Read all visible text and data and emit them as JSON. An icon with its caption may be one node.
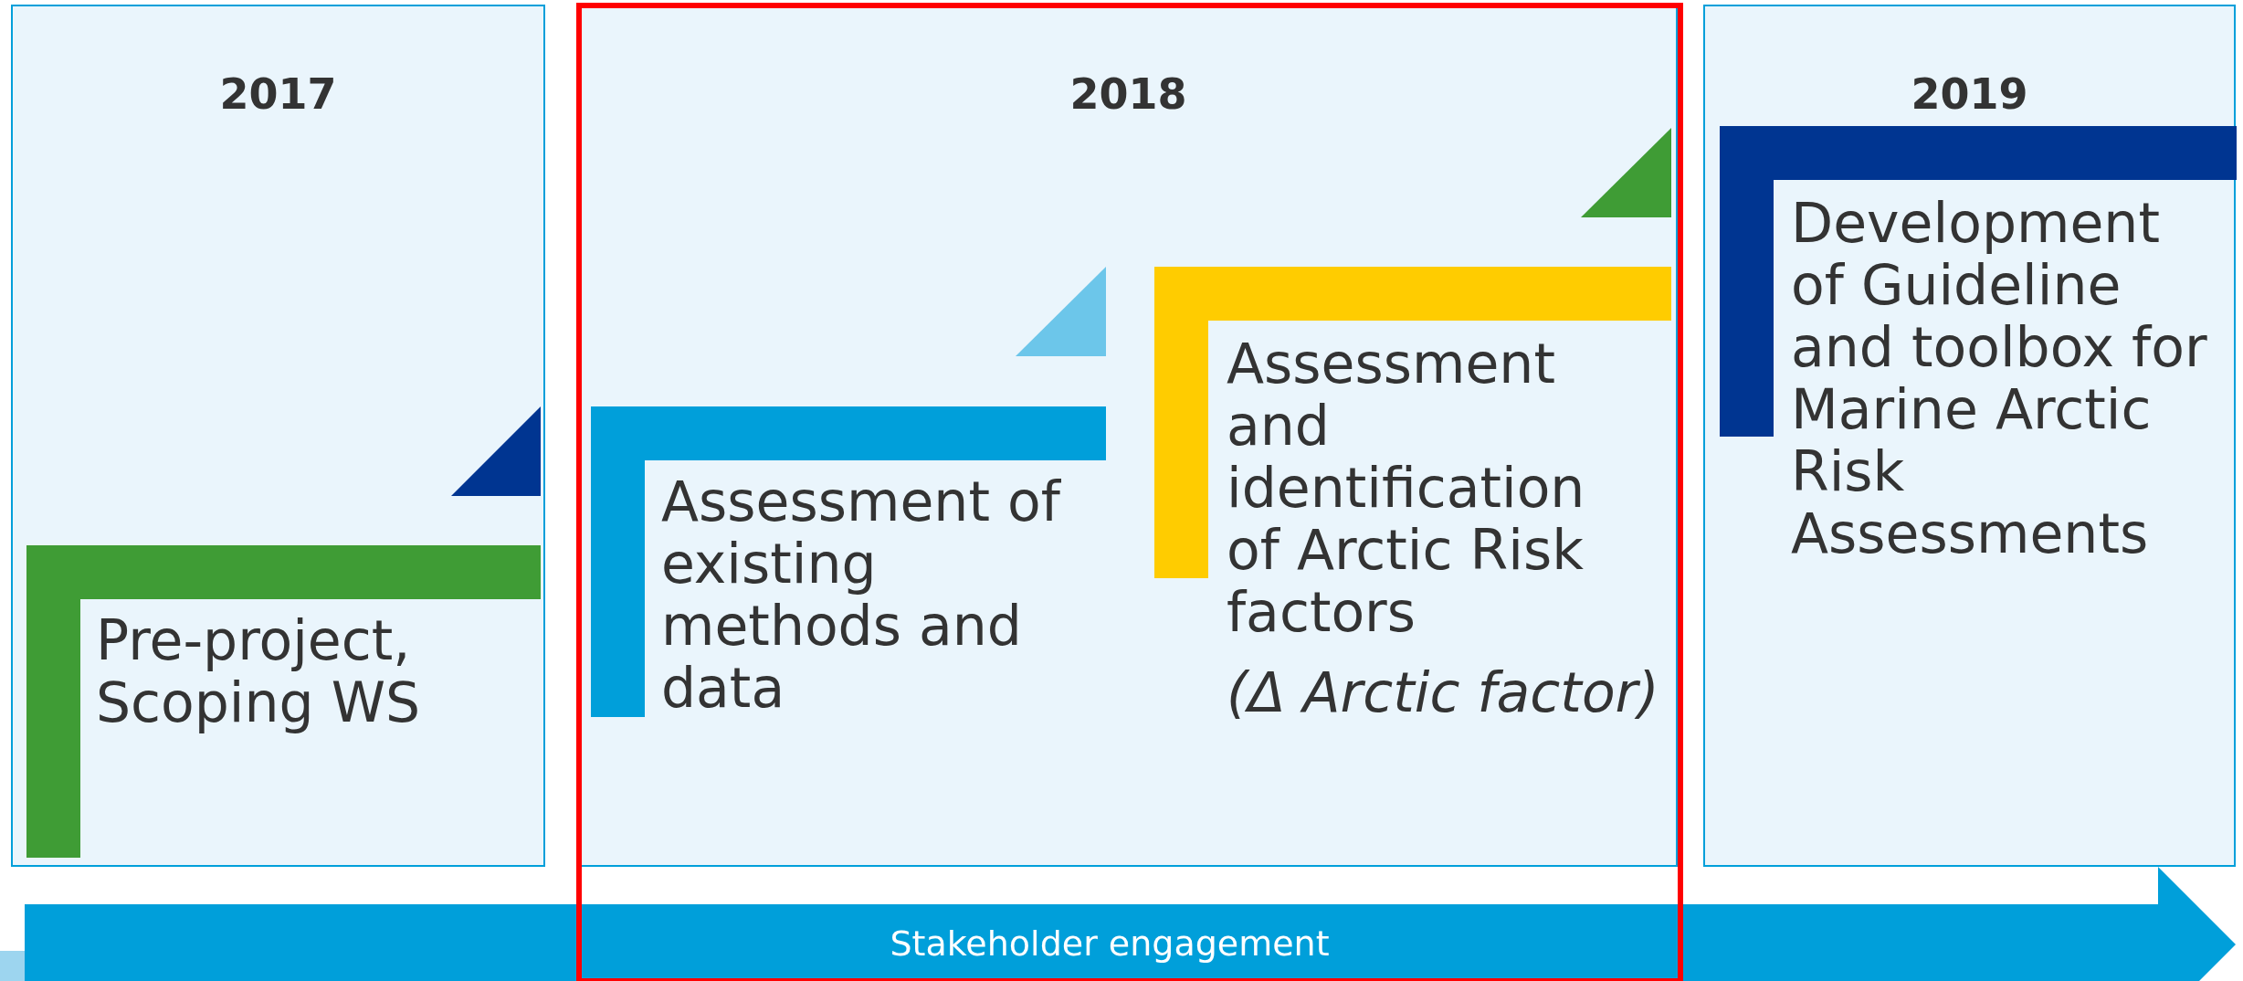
{
  "diagram": {
    "nodes": [
      {
        "text": [
          "2017"
        ]
      },
      {
        "text": [
          "Pre-project, Scoping WS"
        ],
        "in": 0
      },
      {
        "text": [],
        "shape": "triangle",
        "in": 0
      },
      {
        "text": [
          "2018"
        ]
      },
      {
        "text": [
          "Assessment of existing methods and data"
        ],
        "in": 3
      },
      {
        "text": [],
        "shape": "triangle",
        "in": 3
      },
      {
        "text": [
          "Assessment and identification of Arctic Risk factors",
          "(Δ Arctic factor)"
        ],
        "in": 3
      },
      {
        "text": [],
        "shape": "triangle",
        "in": 3
      },
      {
        "text": [
          "2019"
        ]
      },
      {
        "text": [
          "Development of Guideline and toolbox for Marine Arctic Risk Assessments"
        ],
        "in": 8
      },
      {
        "text": [
          "Stakeholder engagement"
        ]
      }
    ],
    "edges": []
  }
}
